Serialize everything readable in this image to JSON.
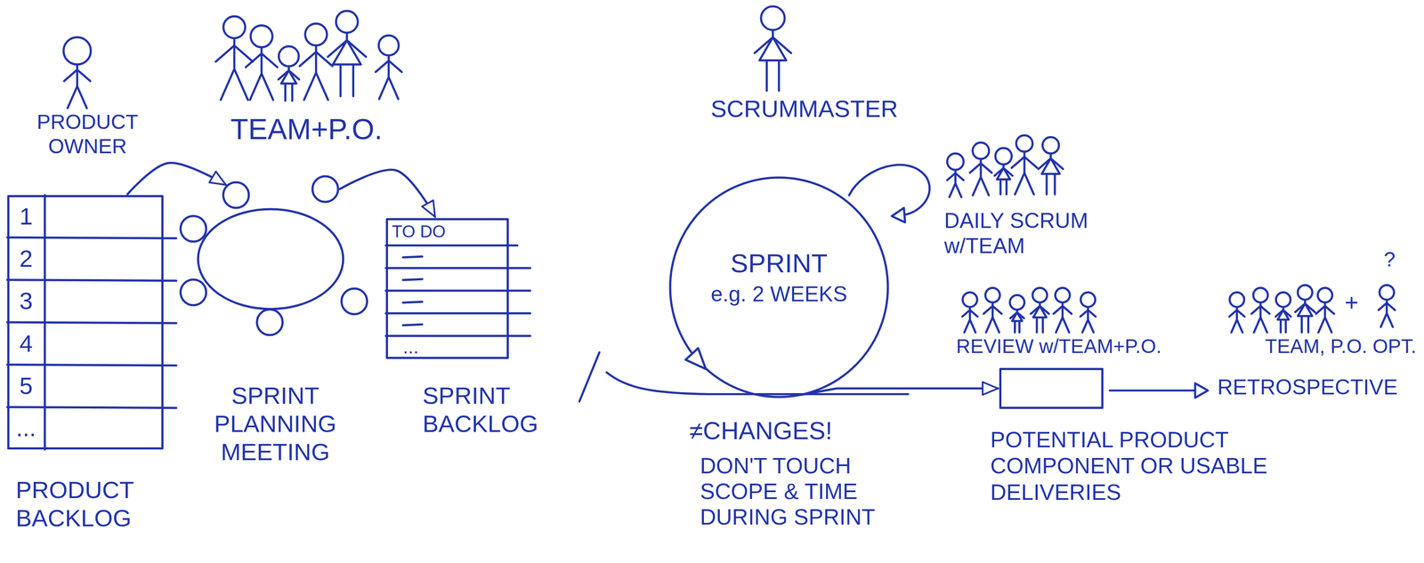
{
  "diagram": {
    "nodes": [
      {
        "text": [
          "PRODUCT BACKLOG",
          "1",
          "2",
          "3",
          "4",
          "5",
          "..."
        ]
      },
      {
        "text": [
          "SPRINT PLANNING MEETING"
        ]
      },
      {
        "text": [
          "SPRINT BACKLOG",
          "TO DO",
          "..."
        ]
      },
      {
        "text": [
          "SPRINT",
          "e.g. 2 WEEKS"
        ]
      },
      {
        "text": [
          "POTENTIAL PRODUCT COMPONENT OR USABLE DELIVERIES"
        ]
      }
    ],
    "edges": [
      {
        "from": 0,
        "to": 1,
        "arrow": "to"
      },
      {
        "from": 1,
        "to": 2,
        "arrow": "to"
      },
      {
        "from": 3,
        "to": 4,
        "arrow": "to"
      }
    ],
    "labels": [
      "PRODUCT OWNER",
      "TEAM+P.O.",
      "SCRUMMASTER",
      "DAILY SCRUM w/TEAM",
      "REVIEW w/TEAM+P.O.",
      "TEAM, P.O. OPT.",
      "+",
      "?",
      "RETROSPECTIVE",
      "≠CHANGES!",
      "DON'T TOUCH SCOPE & TIME DURING SPRINT"
    ]
  }
}
